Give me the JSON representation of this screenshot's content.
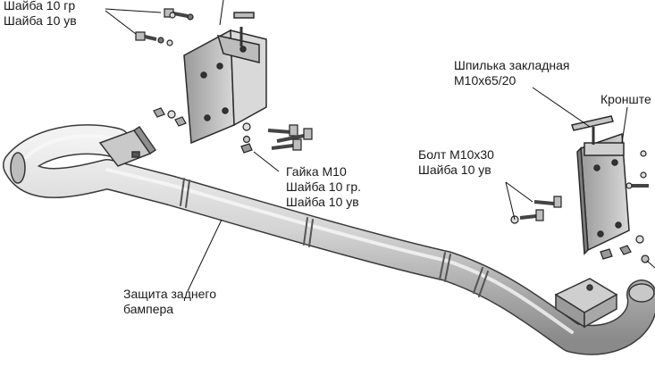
{
  "labels": {
    "top_left": {
      "line1": "Шайба 10 гр",
      "line2": "Шайба 10 ув"
    },
    "center_nut": {
      "line1": "Гайка М10",
      "line2": "Шайба 10 гр.",
      "line3": "Шайба 10 ув"
    },
    "stud": {
      "line1": "Шпилька закладная",
      "line2": "М10х65/20"
    },
    "bracket": {
      "line1": "Кронште"
    },
    "bolt": {
      "line1": "Болт М10х30",
      "line2": "Шайба 10 ув"
    },
    "bumper": {
      "line1": "Защита заднего",
      "line2": "бампера"
    }
  },
  "colors": {
    "metal_light": "#e6e6e6",
    "metal_mid": "#b5b5b5",
    "metal_dark": "#6f6f6f",
    "line": "#2a2a2a"
  }
}
